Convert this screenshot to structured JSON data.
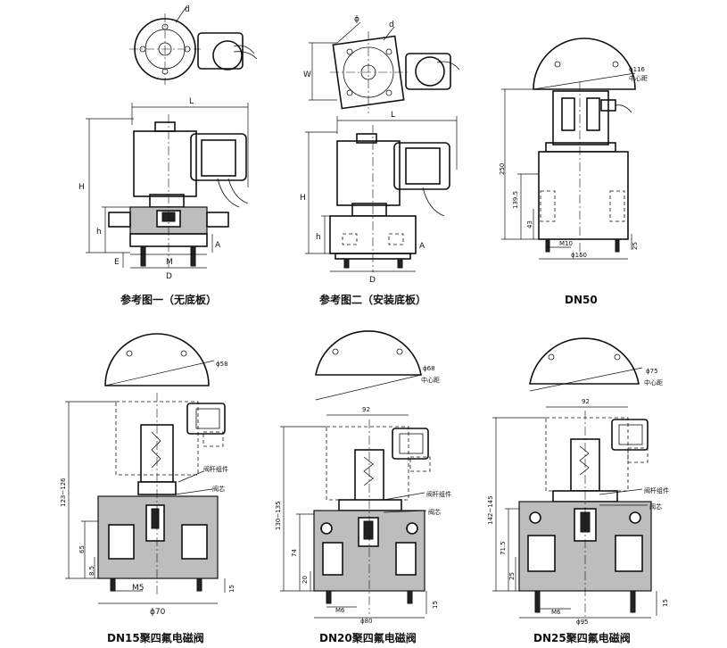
{
  "captions": {
    "ref1": "参考图一（无底板）",
    "ref2": "参考图二（安装底板）",
    "dn50": "DN50",
    "dn15": "DN15聚四氟电磁阀",
    "dn20": "DN20聚四氟电磁阀",
    "dn25": "DN25聚四氟电磁阀"
  },
  "ref1": {
    "d": "d",
    "L": "L",
    "H": "H",
    "h": "h",
    "A": "A",
    "E": "E",
    "M": "M",
    "D": "D"
  },
  "ref2": {
    "phi": "ϕ",
    "d": "d",
    "W": "W",
    "L": "L",
    "H": "H",
    "h": "h",
    "A": "A",
    "D": "D"
  },
  "dn50": {
    "phi116": "ϕ116",
    "center": "中心距",
    "h250": "250",
    "h139": "139.5",
    "h43": "43",
    "h25": "25",
    "m10": "M10",
    "phi150": "ϕ150"
  },
  "dn15": {
    "phi58": "ϕ58",
    "h123": "123~126",
    "h65": "65",
    "h85": "8.5",
    "h15": "15",
    "m5": "M5",
    "phi70": "ϕ70",
    "stem": "阀杆组件",
    "core": "阀芯"
  },
  "dn20": {
    "phi68": "ϕ68",
    "center": "中心距",
    "w92": "92",
    "h130": "130~135",
    "h74": "74",
    "h20": "20",
    "h15": "15",
    "m6": "M6",
    "phi80": "ϕ80",
    "stem": "阀杆组件",
    "core": "阀芯"
  },
  "dn25": {
    "phi75": "ϕ75",
    "center": "中心距",
    "w92": "92",
    "h142": "142~145",
    "h715": "71.5",
    "h25": "25",
    "h15": "15",
    "m6": "M6",
    "phi95": "ϕ95",
    "stem": "阀杆组件",
    "core": "阀芯"
  }
}
